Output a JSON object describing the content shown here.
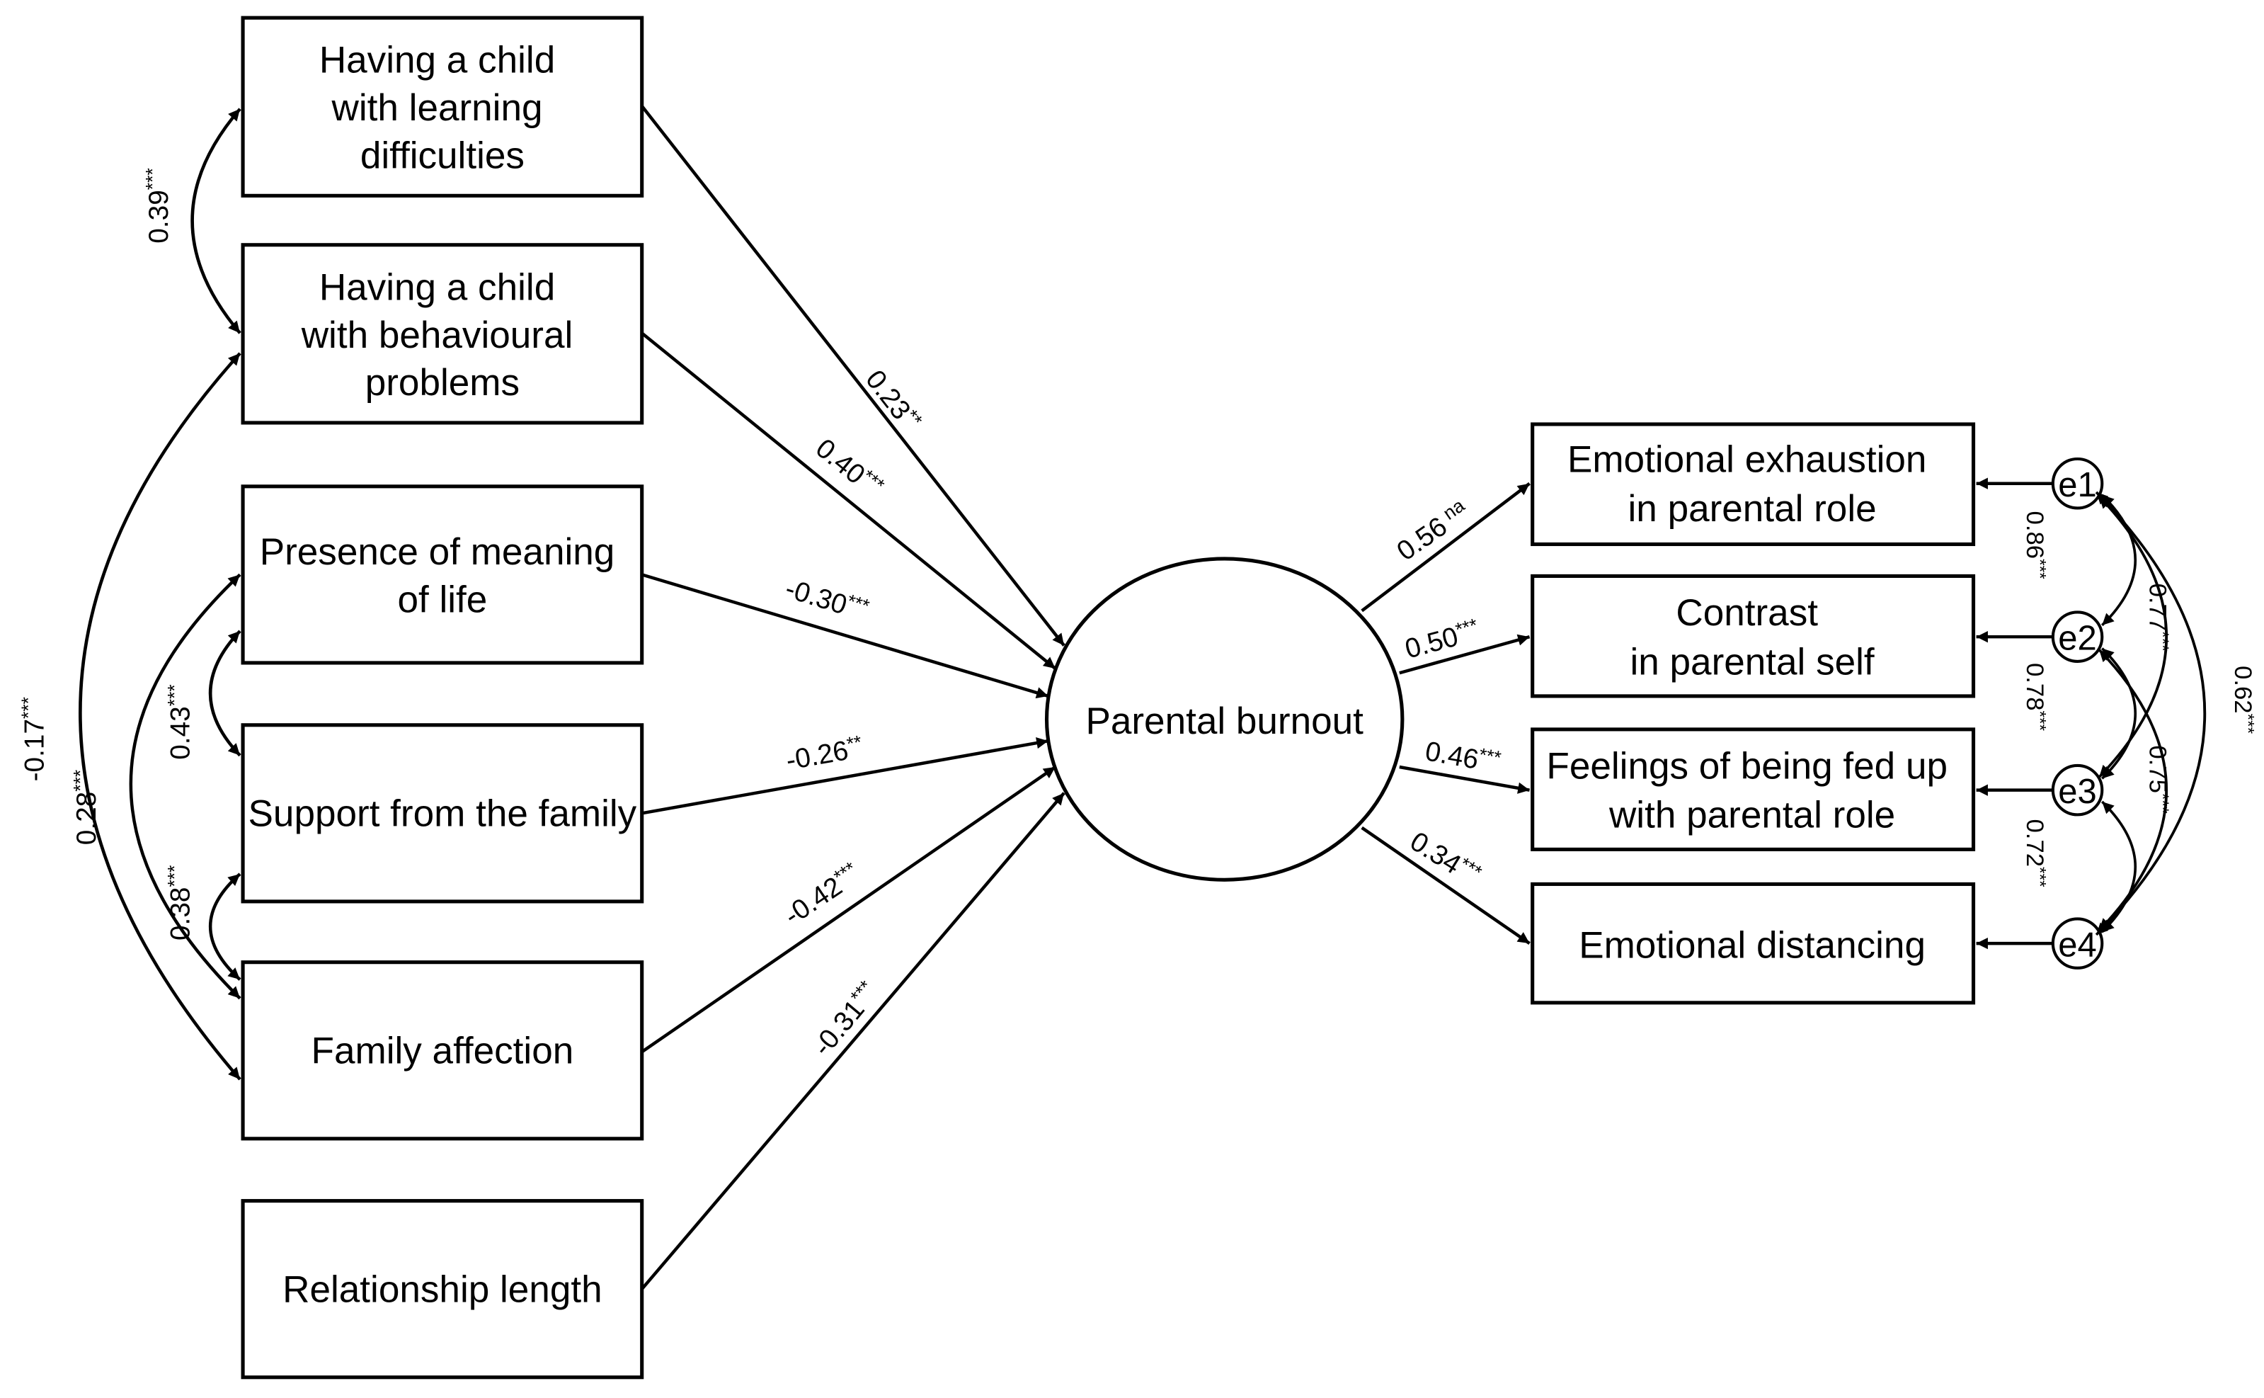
{
  "nodes": {
    "learning": {
      "lines": [
        "Having a child",
        "with learning",
        "difficulties"
      ]
    },
    "behavioural": {
      "lines": [
        "Having a child",
        "with behavioural",
        "problems"
      ]
    },
    "meaning": {
      "lines": [
        "Presence of meaning",
        "of life"
      ]
    },
    "support": {
      "lines": [
        "Support from the family"
      ]
    },
    "affection": {
      "lines": [
        "Family affection"
      ]
    },
    "relationship": {
      "lines": [
        "Relationship length"
      ]
    },
    "burnout": {
      "label": "Parental burnout"
    },
    "exhaustion": {
      "lines": [
        "Emotional exhaustion",
        "in parental role"
      ]
    },
    "contrast": {
      "lines": [
        "Contrast",
        "in parental self"
      ]
    },
    "fedup": {
      "lines": [
        "Feelings of being fed up",
        "with parental role"
      ]
    },
    "distancing": {
      "lines": [
        "Emotional distancing"
      ]
    },
    "e1": {
      "label": "e1"
    },
    "e2": {
      "label": "e2"
    },
    "e3": {
      "label": "e3"
    },
    "e4": {
      "label": "e4"
    }
  },
  "coefficients": {
    "learning_burnout": {
      "value": "0.23",
      "sig": "**"
    },
    "behavioural_burnout": {
      "value": "0.40",
      "sig": "***"
    },
    "meaning_burnout": {
      "value": "-0.30",
      "sig": "***"
    },
    "support_burnout": {
      "value": "-0.26",
      "sig": "**"
    },
    "affection_burnout": {
      "value": "-0.42",
      "sig": "***"
    },
    "relationship_burnout": {
      "value": "-0.31",
      "sig": "***"
    },
    "burnout_exhaustion": {
      "value": "0.56",
      "sig": "na"
    },
    "burnout_contrast": {
      "value": "0.50",
      "sig": "***"
    },
    "burnout_fedup": {
      "value": "0.46",
      "sig": "***"
    },
    "burnout_distancing": {
      "value": "0.34",
      "sig": "***"
    },
    "cov_learning_behavioural": {
      "value": "0.39",
      "sig": "***"
    },
    "cov_behavioural_affection": {
      "value": "-0.17",
      "sig": "***"
    },
    "cov_meaning_affection": {
      "value": "0.28",
      "sig": "***"
    },
    "cov_meaning_support": {
      "value": "0.43",
      "sig": "***"
    },
    "cov_support_affection": {
      "value": "0.38",
      "sig": "***"
    },
    "cov_e1_e2": {
      "value": "0.86",
      "sig": "***"
    },
    "cov_e1_e3": {
      "value": "0.77",
      "sig": "***"
    },
    "cov_e2_e3": {
      "value": "0.78",
      "sig": "***"
    },
    "cov_e2_e4": {
      "value": "0.75",
      "sig": "***"
    },
    "cov_e3_e4": {
      "value": "0.72",
      "sig": "***"
    },
    "cov_e1_e4": {
      "value": "0.62",
      "sig": "***"
    }
  }
}
